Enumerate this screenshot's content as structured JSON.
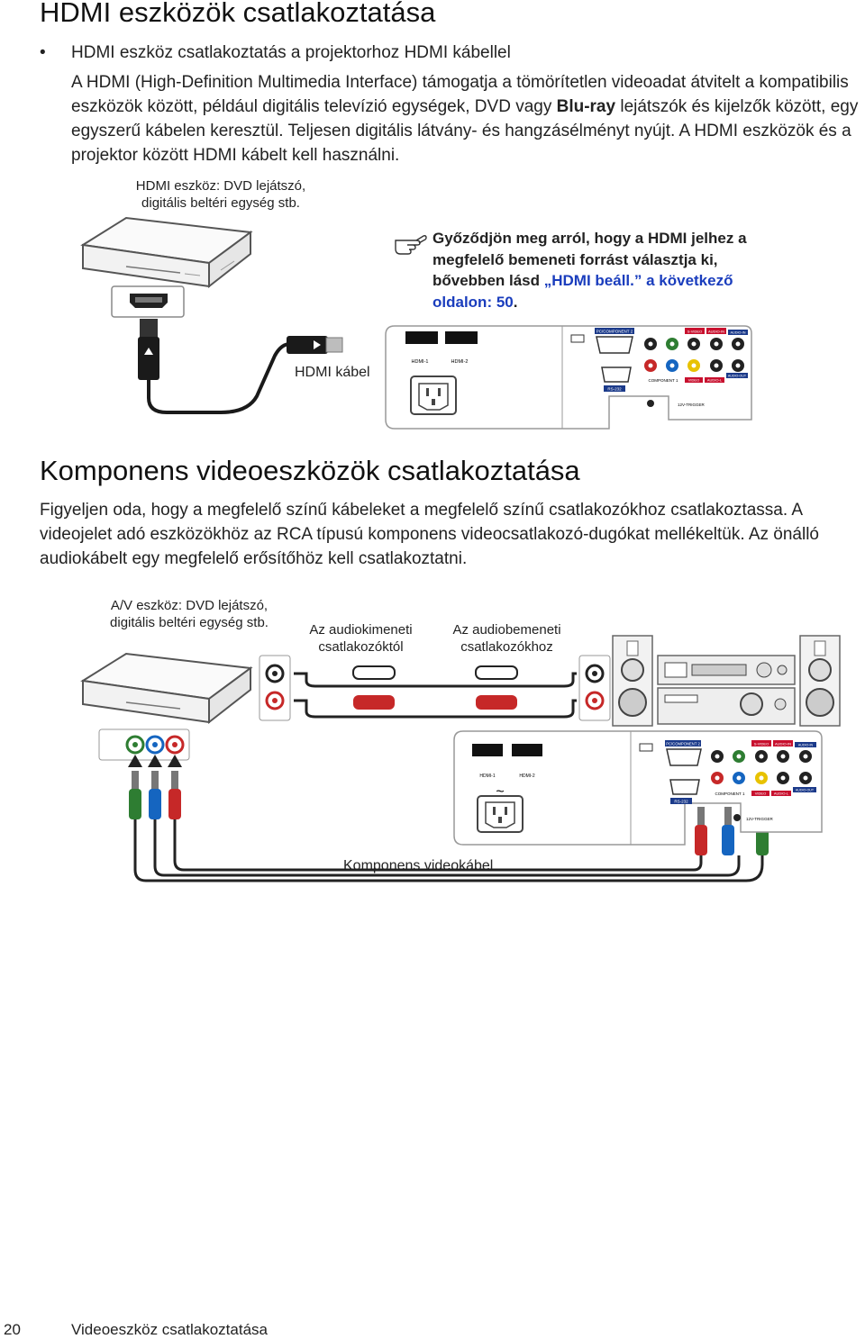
{
  "section1": {
    "heading": "HDMI eszközök csatlakoztatása",
    "bullet_symbol": "•",
    "bullet_title": "HDMI eszköz csatlakoztatás a projektorhoz HDMI kábellel",
    "paragraph_part1": "A HDMI (High-Definition Multimedia Interface) támogatja a tömörítetlen videoadat átvitelt a kompatibilis eszközök között, például digitális televízió egységek, DVD vagy ",
    "paragraph_bold": "Blu-ray",
    "paragraph_part2": " lejátszók és kijelzők között, egy egyszerű kábelen keresztül. Teljesen digitális látvány- és hangzásélményt nyújt. A HDMI eszközök és a projektor között HDMI kábelt kell használni.",
    "device_caption": "HDMI eszköz: DVD lejátszó, digitális beltéri egység stb.",
    "note_text": "Győződjön meg arról, hogy a HDMI jelhez a megfelelő bemeneti forrást választja ki, bővebben lásd ",
    "note_link": "„HDMI beáll.” a következő oldalon: 50",
    "note_end": ".",
    "cable_label": "HDMI kábel"
  },
  "section2": {
    "heading": "Komponens videoeszközök csatlakoztatása",
    "paragraph": "Figyeljen oda, hogy a megfelelő színű kábeleket a megfelelő színű csatlakozókhoz csatlakoztassa. A videojelet adó eszközökhöz az RCA típusú komponens videocsatlakozó-dugókat mellékeltük. Az önálló audiokábelt egy megfelelő erősítőhöz kell csatlakoztatni.",
    "device_caption": "A/V eszköz: DVD lejátszó, digitális beltéri egység stb.",
    "audio_out_caption": "Az audiokimeneti csatlakozóktól",
    "audio_in_caption": "Az audiobemeneti csatlakozókhoz",
    "cable_label": "Komponens videokábel"
  },
  "panel": {
    "pc_component2": "PC/COMPONENT 2",
    "svideo": "S-VIDEO",
    "audio_in": "AUDIO-IN",
    "audio_in2": "AUDIO-IN",
    "hdmi1": "HDMI-1",
    "hdmi2": "HDMI-2",
    "rs232": "RS-232",
    "component1": "COMPONENT 1",
    "video": "VIDEO",
    "audio_l": "AUDIO-L",
    "audio_out": "AUDIO-OUT",
    "trigger": "12V-TRIGGER"
  },
  "footer": {
    "page_number": "20",
    "section_title": "Videoeszköz csatlakoztatása"
  },
  "colors": {
    "link": "#1a3dbd",
    "panel_label": "#c8102e",
    "cable_red": "#c62828",
    "cable_green": "#2e7d32",
    "cable_blue": "#1565c0"
  },
  "icons": [
    "pointing-hand-icon",
    "power-inlet-icon",
    "hdmi-port-icon",
    "vga-port-icon",
    "rca-jack-icon"
  ]
}
